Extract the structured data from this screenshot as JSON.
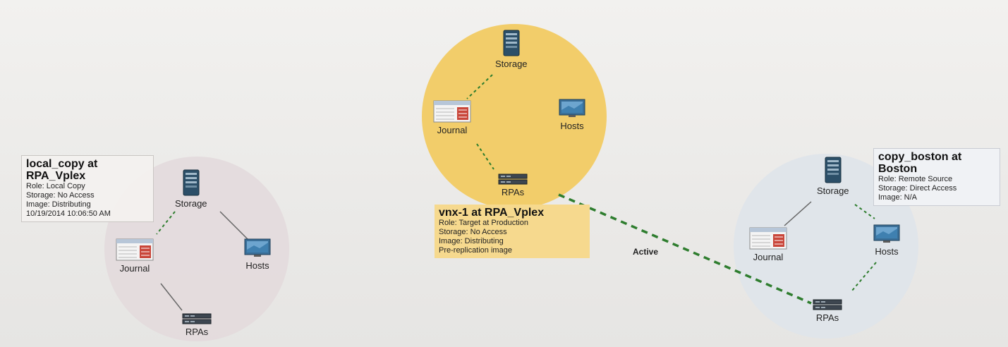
{
  "sites": {
    "local": {
      "title_line1": "local_copy at",
      "title_line2": "RPA_Vplex",
      "role": "Role: Local Copy",
      "storage": "Storage: No Access",
      "image": "Image: Distributing",
      "timestamp": "10/19/2014 10:06:50 AM",
      "nodes": {
        "storage": "Storage",
        "journal": "Journal",
        "hosts": "Hosts",
        "rpas": "RPAs"
      }
    },
    "vnx": {
      "title_line1": "vnx-1 at RPA_Vplex",
      "role": "Role: Target at Production",
      "storage": "Storage: No Access",
      "image": "Image: Distributing",
      "extra": "Pre-replication image",
      "nodes": {
        "storage": "Storage",
        "journal": "Journal",
        "hosts": "Hosts",
        "rpas": "RPAs"
      }
    },
    "boston": {
      "title_line1": "copy_boston at",
      "title_line2": "Boston",
      "role": "Role: Remote Source",
      "storage": "Storage: Direct Access",
      "image": "Image: N/A",
      "nodes": {
        "storage": "Storage",
        "journal": "Journal",
        "hosts": "Hosts",
        "rpas": "RPAs"
      }
    }
  },
  "link": {
    "label": "Active"
  },
  "colors": {
    "link_green": "#2e7d2e",
    "vnx_circle": "#f2cd6a",
    "local_circle": "#e3d9dc",
    "boston_circle": "#dfe4ea"
  }
}
